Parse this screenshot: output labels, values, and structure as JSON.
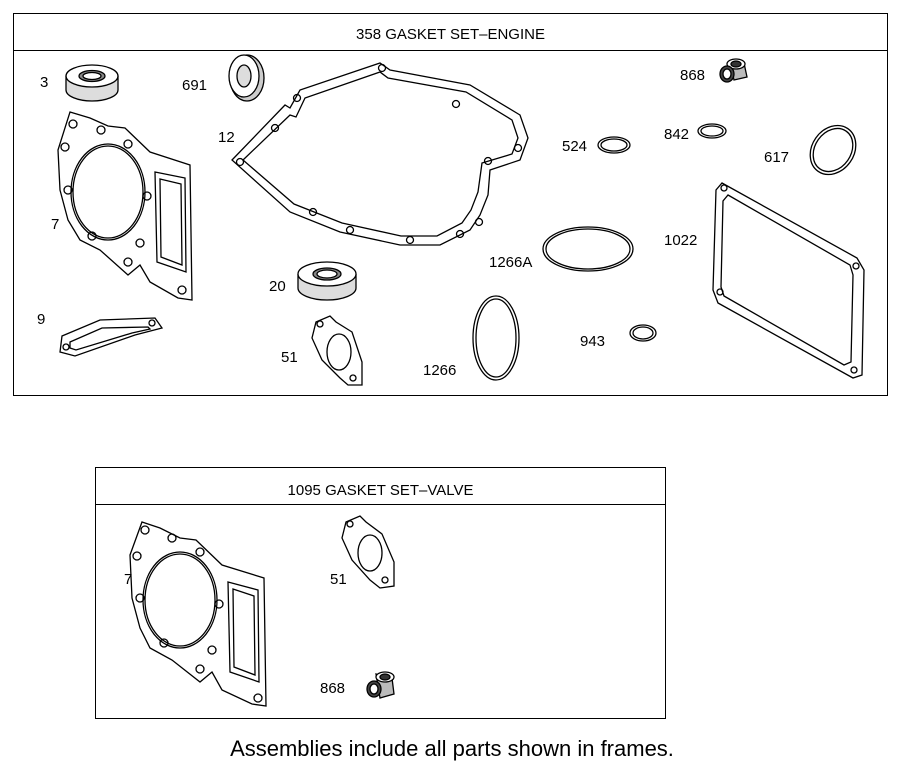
{
  "engine_set": {
    "title": "358 GASKET SET–ENGINE",
    "parts": {
      "p3": "3",
      "p691": "691",
      "p12": "12",
      "p868": "868",
      "p524": "524",
      "p842": "842",
      "p617": "617",
      "p7": "7",
      "p1022": "1022",
      "p1266A": "1266A",
      "p20": "20",
      "p9": "9",
      "p51": "51",
      "p943": "943",
      "p1266": "1266"
    }
  },
  "valve_set": {
    "title": "1095 GASKET SET–VALVE",
    "parts": {
      "p7": "7",
      "p51": "51",
      "p868": "868"
    }
  },
  "footer": "Assemblies include all parts shown in frames."
}
